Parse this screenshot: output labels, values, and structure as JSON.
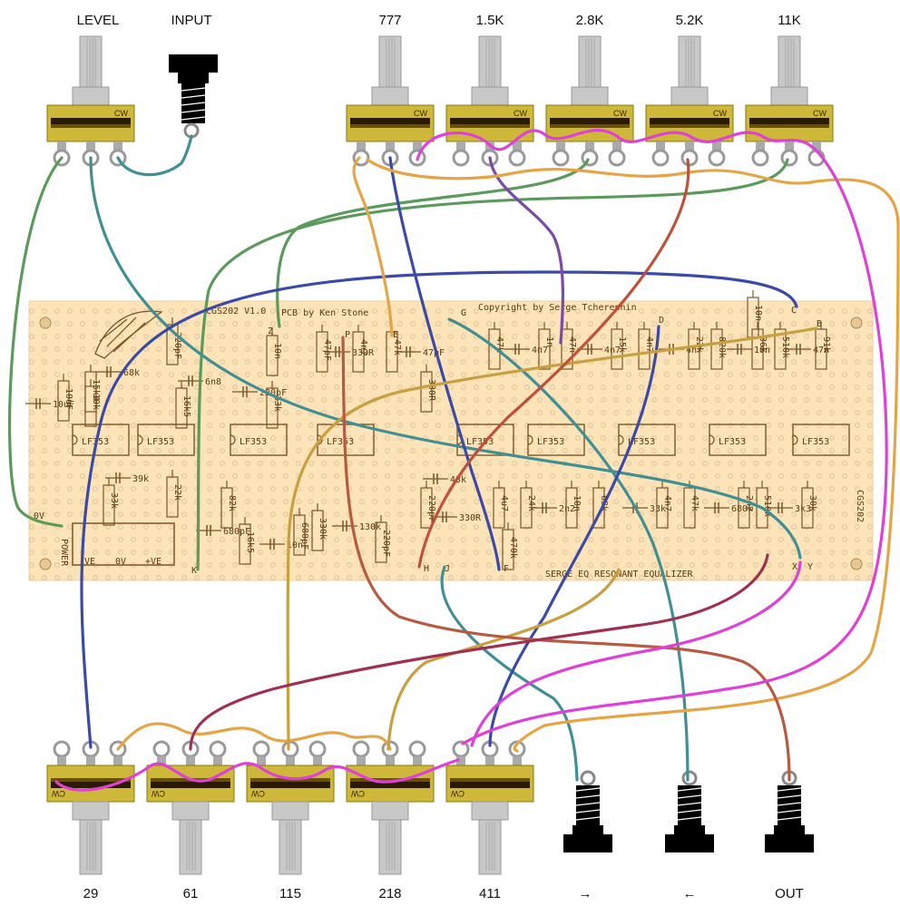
{
  "top_pots": {
    "level": "LEVEL",
    "input": "INPUT",
    "p777": "777",
    "p1k5": "1.5K",
    "p2k8": "2.8K",
    "p5k2": "5.2K",
    "p11k": "11K",
    "cw": "CW"
  },
  "bottom_pots": {
    "p29": "29",
    "p61": "61",
    "p115": "115",
    "p218": "218",
    "p411": "411",
    "send": "→",
    "ret": "←",
    "out": "OUT",
    "cw": "CW"
  },
  "pcb": {
    "title": "CGS202 V1.0",
    "credit": "PCB by Ken Stone",
    "copyright": "Copyright by Serge Tcherepnin",
    "name": "SERGE  EQ  RESONANT EQUALIZER",
    "side_code": "CGS202",
    "power_label": "POWER",
    "rail_neg": "-VE",
    "rail_0v": "0V",
    "rail_pos": "+VE",
    "opamp": "LF353",
    "components": [
      "68k",
      "15k4",
      "10k",
      "10uF",
      "10uF",
      "220pF",
      "6n8",
      "16k5",
      "10n",
      "220pF",
      "33k",
      "47pF",
      "330R",
      "4n7",
      "47k",
      "47pF",
      "330R",
      "47k",
      "4n7",
      "1n",
      "47n",
      "4n7",
      "15k",
      "4n7",
      "4n7",
      "22k",
      "820k",
      "10n",
      "36k",
      "510k",
      "47n",
      "91k",
      "10n",
      "39k",
      "33k",
      "22k",
      "680pF",
      "82k",
      "16k5",
      "10n",
      "680pF",
      "330k",
      "130k",
      "220pF",
      "220pF",
      "330R",
      "4u7",
      "24k",
      "2n2",
      "10n",
      "68k",
      "33k",
      "4n7",
      "47k",
      "680k",
      "2n2",
      "510k",
      "3k3",
      "30k",
      "470k",
      "43k",
      "47k"
    ],
    "pin_labels": [
      "G",
      "D",
      "C",
      "B",
      "Z",
      "P",
      "E",
      "F",
      "H",
      "J",
      "K",
      "X",
      "Y",
      "0V"
    ]
  }
}
